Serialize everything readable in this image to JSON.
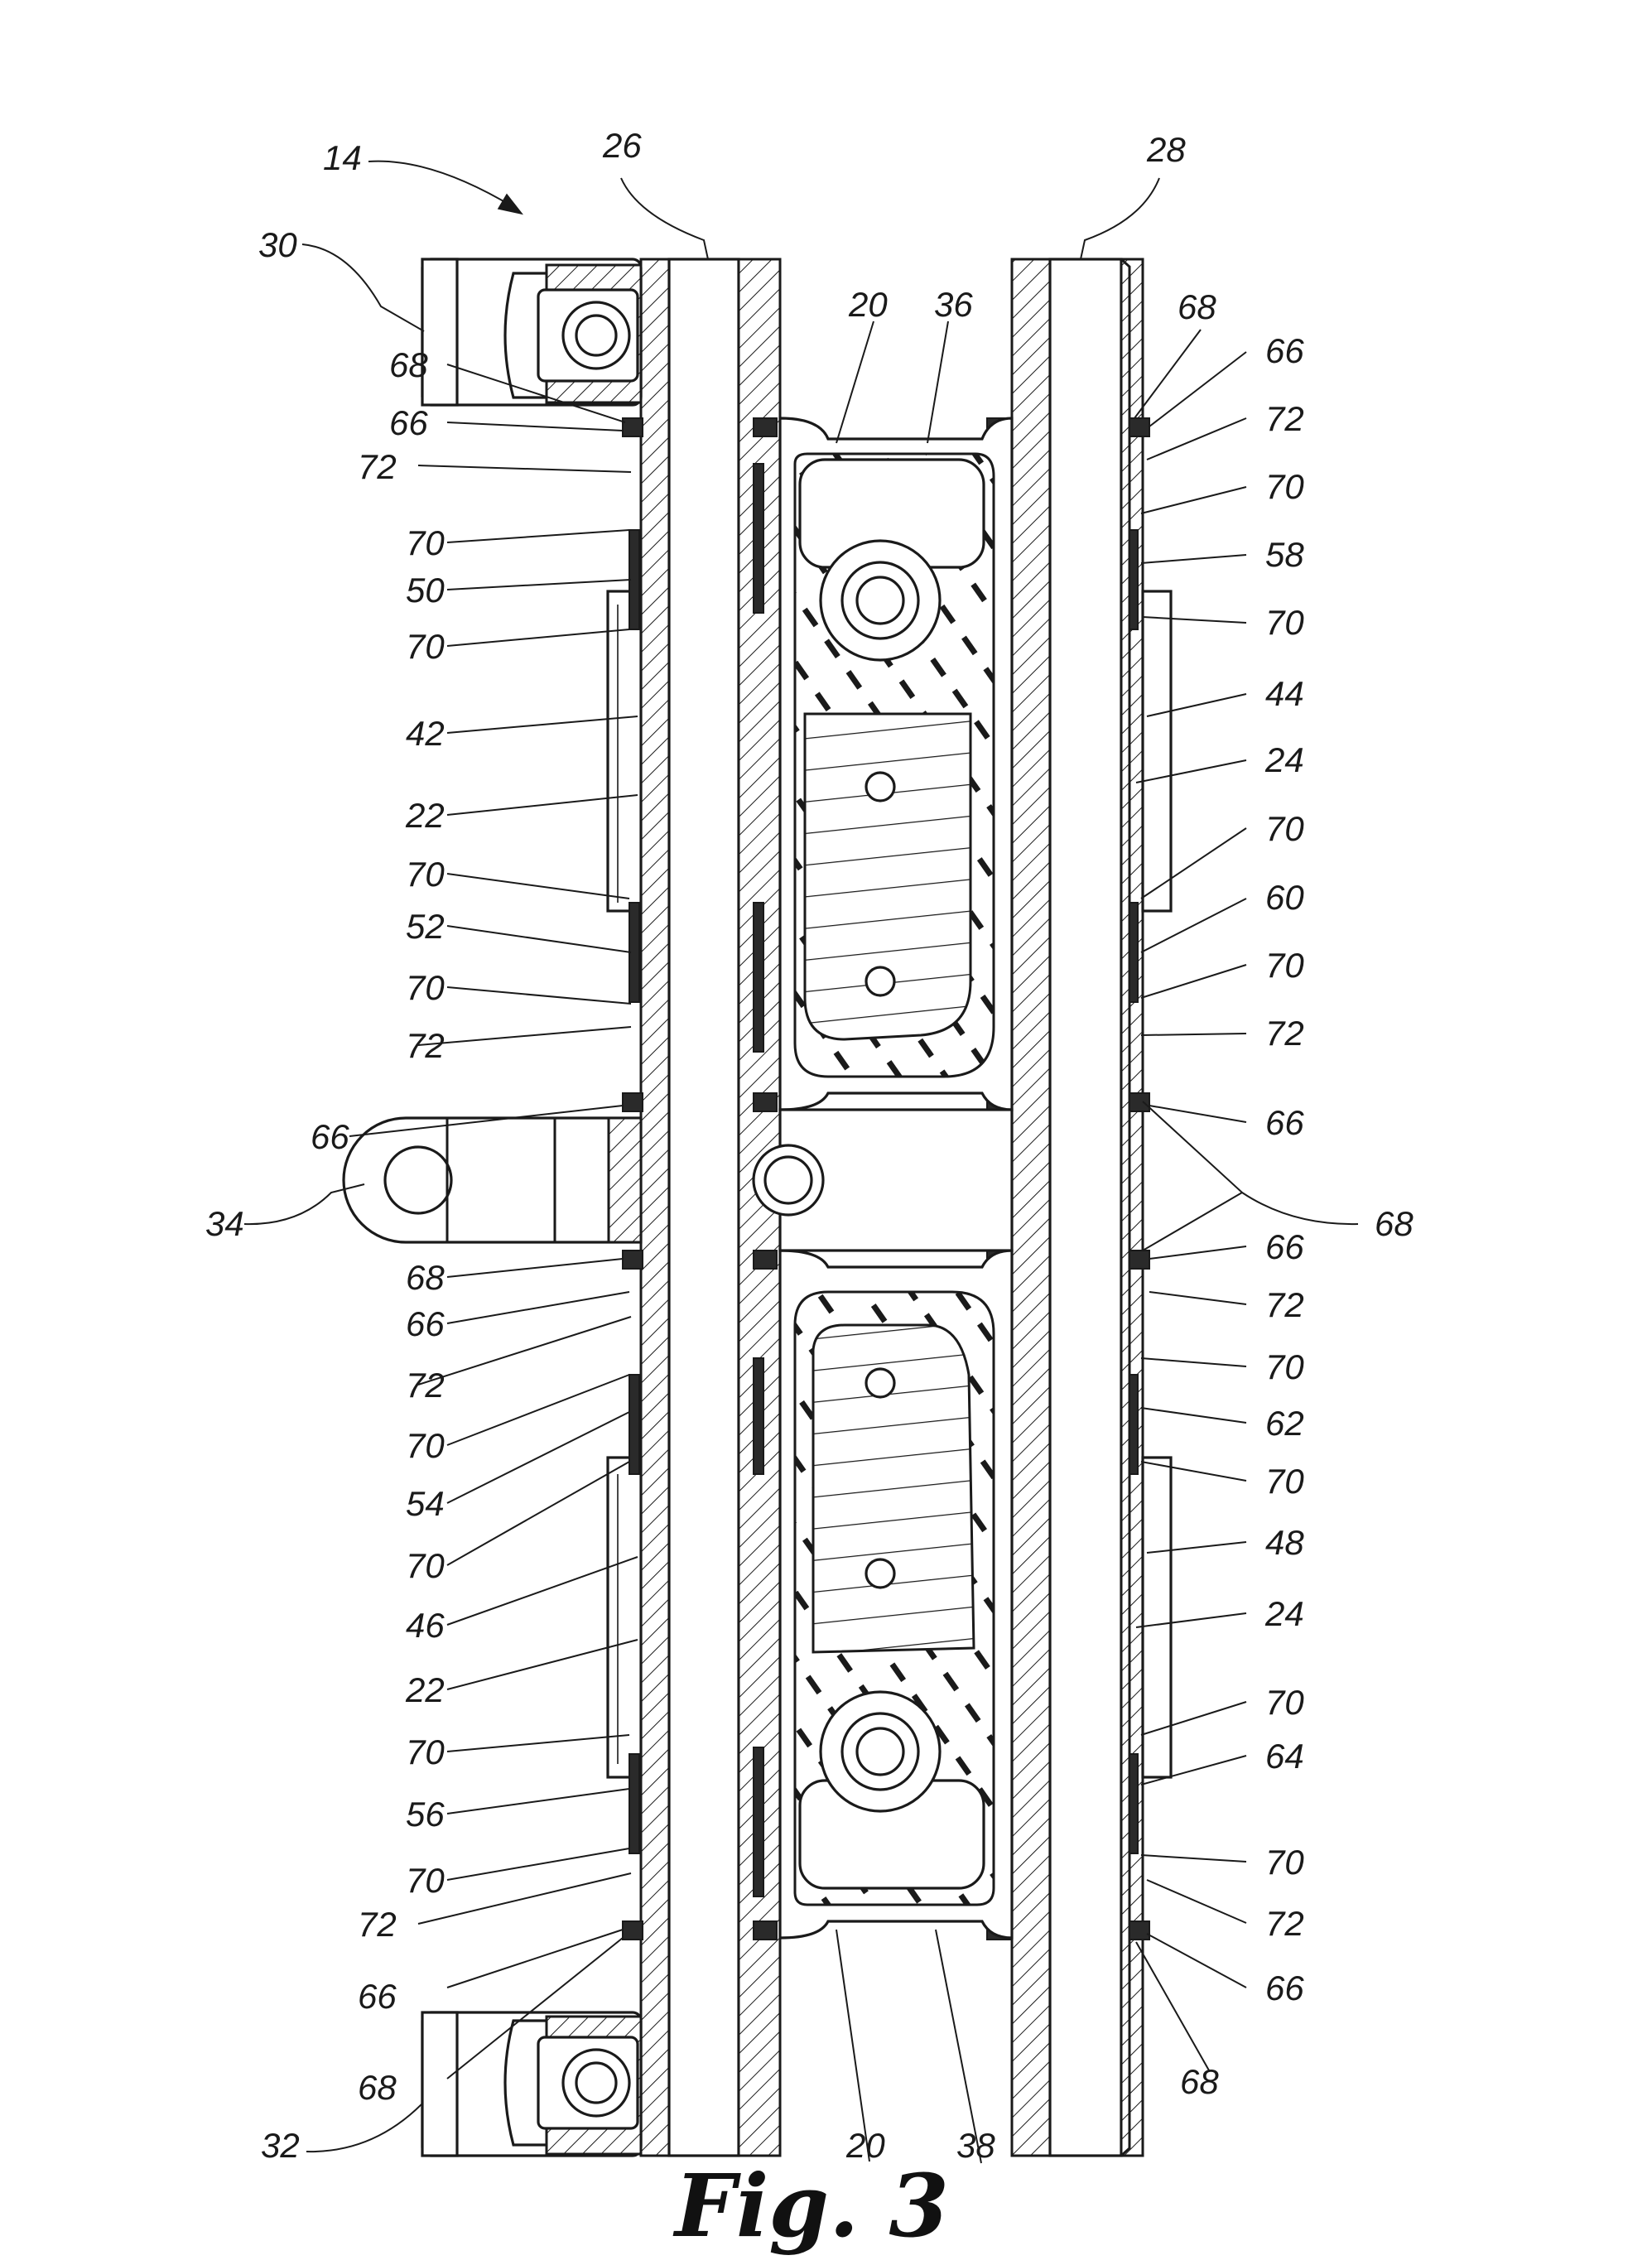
{
  "figure": {
    "caption": "Fig. 3",
    "labels": {
      "l14": "14",
      "l26": "26",
      "l28": "28",
      "l30": "30",
      "l20_top": "20",
      "l36": "36",
      "l68_top_r": "68",
      "l66_r1": "66",
      "l72_r1": "72",
      "l70_r1": "70",
      "l58": "58",
      "l70_r2": "70",
      "l44": "44",
      "l24_r1": "24",
      "l70_r3": "70",
      "l60": "60",
      "l70_r4": "70",
      "l72_r2": "72",
      "l66_r2": "66",
      "l68_mid_r": "68",
      "l66_r3": "66",
      "l72_r3": "72",
      "l70_r5": "70",
      "l62": "62",
      "l70_r6": "70",
      "l48": "48",
      "l24_r2": "24",
      "l70_r7": "70",
      "l64": "64",
      "l70_r8": "70",
      "l72_r4": "72",
      "l66_r4": "66",
      "l68_bot_r": "68",
      "l68_l1": "68",
      "l66_l1": "66",
      "l72_l1": "72",
      "l70_l1": "70",
      "l50": "50",
      "l70_l2": "70",
      "l42": "42",
      "l22_l1": "22",
      "l70_l3": "70",
      "l52": "52",
      "l70_l4": "70",
      "l72_l2": "72",
      "l66_l2": "66",
      "l34": "34",
      "l68_l2": "68",
      "l66_l3": "66",
      "l72_l3": "72",
      "l70_l5": "70",
      "l54": "54",
      "l70_l6": "70",
      "l46": "46",
      "l22_l2": "22",
      "l70_l7": "70",
      "l56": "56",
      "l70_l8": "70",
      "l72_l4": "72",
      "l66_l4": "66",
      "l32": "32",
      "l68_l3": "68",
      "l20_bot": "20",
      "l38": "38"
    }
  }
}
